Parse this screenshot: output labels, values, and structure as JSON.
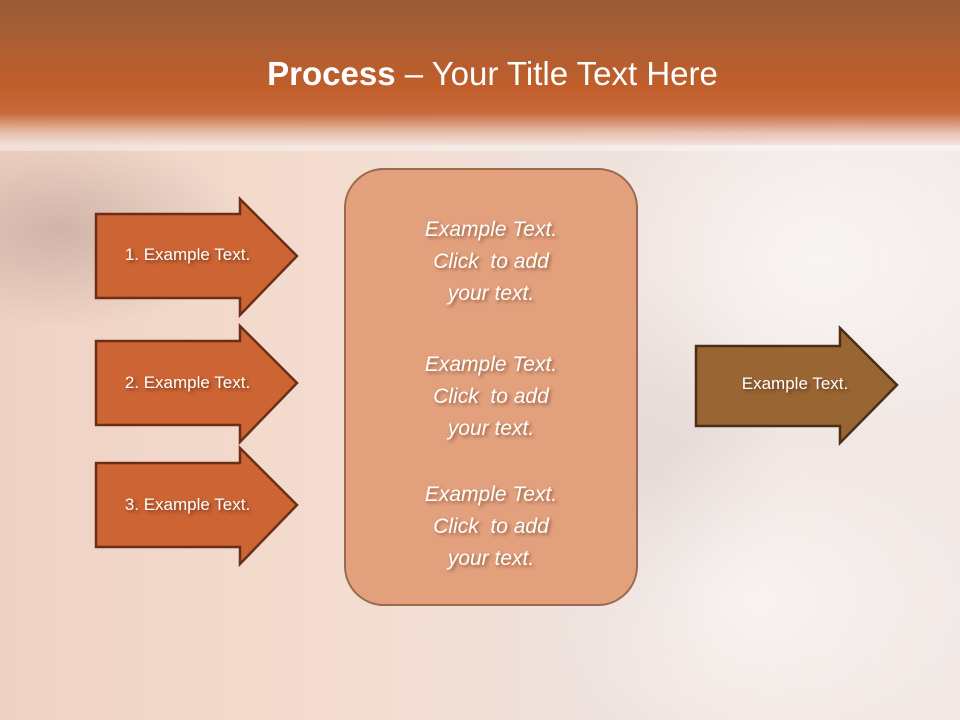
{
  "slide": {
    "title_bold": "Process",
    "title_rest": " – Your Title Text Here",
    "colors": {
      "header": "#c05e2b",
      "step_arrow_fill": "#cc6434",
      "step_arrow_border": "#6b2f16",
      "center_box_fill": "#e2a07d",
      "center_box_border": "#9a6a50",
      "output_arrow_fill": "#996633",
      "output_arrow_border": "#4a2f14"
    }
  },
  "steps": [
    {
      "label": "1. Example Text."
    },
    {
      "label": "2. Example Text."
    },
    {
      "label": "3. Example Text."
    }
  ],
  "center_box": {
    "groups": [
      {
        "line1": "Example Text.",
        "line2": "Click  to add",
        "line3": "your text."
      },
      {
        "line1": "Example Text.",
        "line2": "Click  to add",
        "line3": "your text."
      },
      {
        "line1": "Example Text.",
        "line2": "Click  to add",
        "line3": "your text."
      }
    ]
  },
  "output_arrow": {
    "label": "Example Text."
  }
}
